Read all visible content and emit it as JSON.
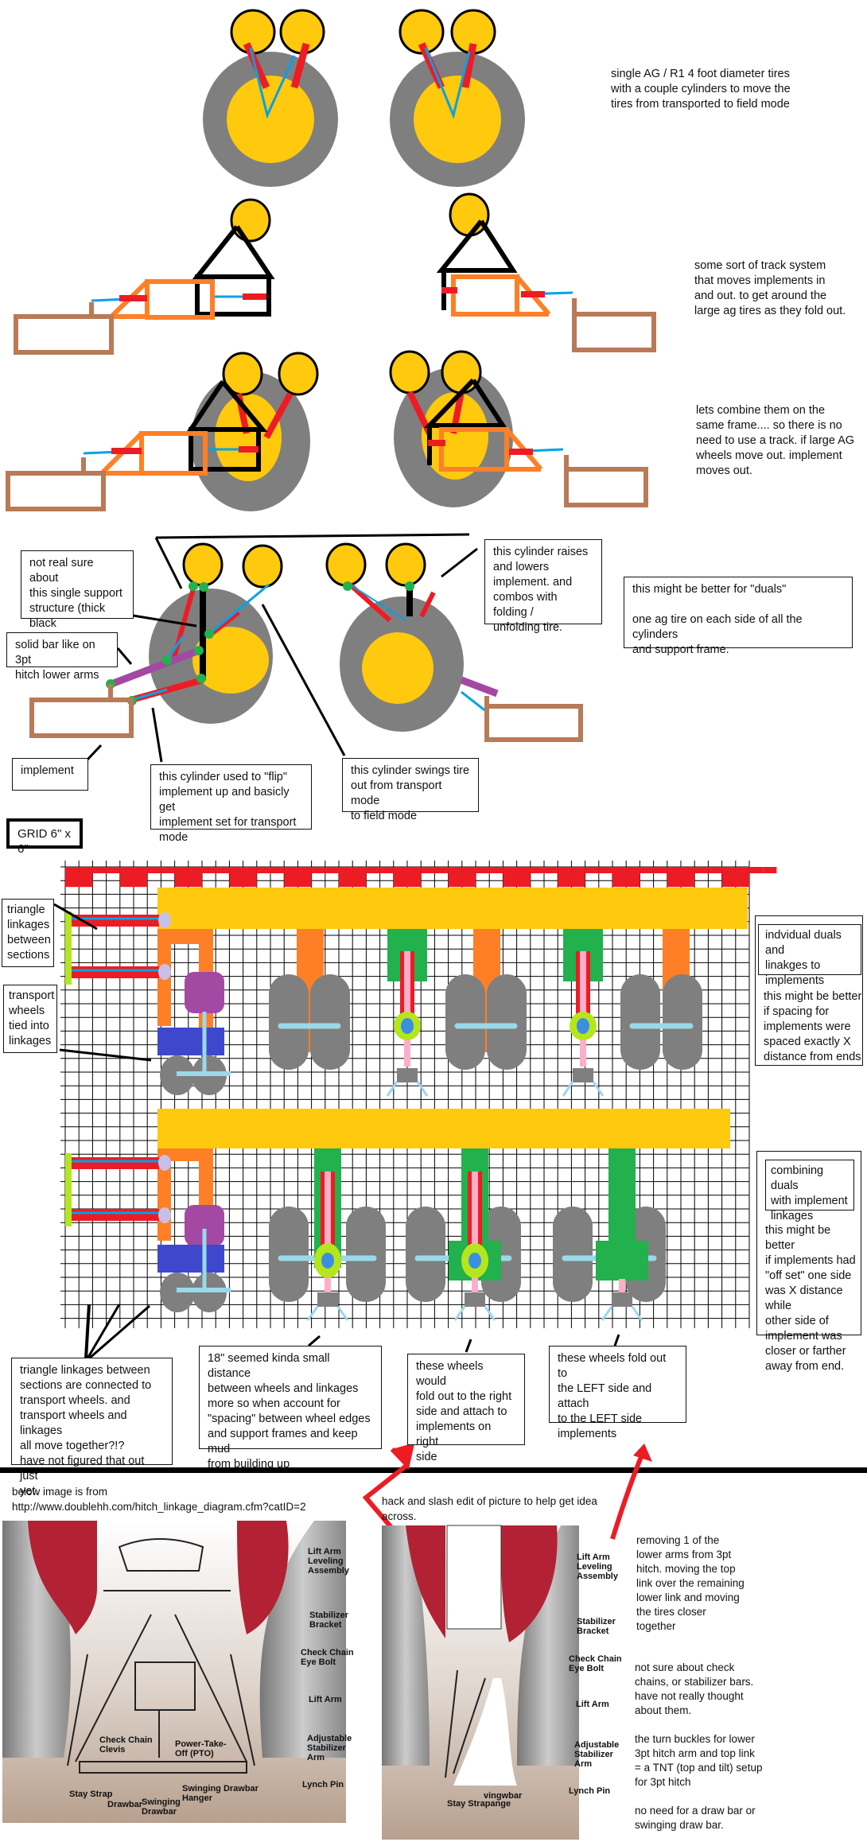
{
  "notes": {
    "single_tires": "single AG / R1 4 foot diameter tires\nwith a couple cylinders to move the\ntires from transported to field mode",
    "track_system": "some sort of track system\nthat moves implements in\nand out. to get around the\nlarge ag tires as they fold out.",
    "combine_frame": "lets combine them on the\nsame frame.... so there is no\nneed to use a track. if large AG\nwheels move out. implement\nmoves out.",
    "single_support": "not real sure about\nthis single support\nstructure (thick black\nline)",
    "solid_bar": "solid bar like on 3pt\nhitch lower arms",
    "implement": "implement",
    "flip_cylinder": "this cylinder used to \"flip\"\nimplement up and basicly get\nimplement set for transport\nmode",
    "swing_cylinder": "this cylinder swings tire\nout from transport mode\nto field mode",
    "raise_cylinder": "this cylinder raises\nand lowers\nimplement. and\ncombos with folding /\nunfolding tire.",
    "duals": "this might be better for \"duals\"\n\none ag tire on each side of all the cylinders\nand support frame.",
    "grid": "GRID 6\" x 6\"",
    "triangle_linkages": "triangle\nlinkages\nbetween\nsections",
    "transport_wheels": "transport\nwheels\ntied into\nlinkages",
    "individual_duals_title": "indvidual duals and\nlinakges to\nimplements",
    "individual_duals_body": "this might be better\nif spacing for\nimplements were\nspaced exactly X\ndistance from ends",
    "combining_duals_title": "combining duals\nwith implement\nlinkages",
    "combining_duals_body": "this might be better\nif implements had\n\"off set\" one side\nwas X distance while\nother side of\nimplement was\ncloser or farther\naway from end.",
    "triangle_connected": "triangle linkages between\nsections are connected to\ntransport wheels. and\ntransport wheels and linkages\nall move together?!?\nhave not figured that out just\nyet.",
    "spacing_18": "18\" seemed kinda small distance\nbetween wheels and linkages\nmore so when account for\n\"spacing\" between wheel edges\nand support frames and keep mud\nfrom building up",
    "fold_right": "these wheels would\nfold out to the right\nside and attach to\nimplements on right\nside",
    "fold_left": "these wheels fold out to\nthe LEFT side and attach\nto the LEFT side\nimplements",
    "image_source": "below image is from\nhttp://www.doublehh.com/hitch_linkage_diagram.cfm?catID=2",
    "hack_slash": "hack and slash edit of picture      to help get idea\nacross.",
    "removing_arm": "removing 1 of the\nlower arms from 3pt\nhitch.  moving the top\nlink over the remaining\nlower link and moving\nthe tires closer\ntogether",
    "check_chains": "not sure about check\nchains, or stabilizer bars.\nhave not really thought\nabout them.",
    "turn_buckles": "the turn buckles for lower\n3pt hitch arm and top link\n= a TNT (top and tilt) setup\nfor 3pt hitch",
    "no_drawbar": "no need for a draw bar or\nswinging draw bar."
  },
  "hitch_labels_original": {
    "lift_arm_leveling": "Lift Arm\nLeveling\nAssembly",
    "stabilizer_bracket": "Stabilizer\nBracket",
    "check_chain_eye_bolt": "Check Chain\nEye Bolt",
    "lift_arm": "Lift Arm",
    "adjustable_stabilizer": "Adjustable\nStabilizer\nArm",
    "lynch_pin": "Lynch Pin",
    "check_chain_clevis": "Check Chain\nClevis",
    "pto": "Power-Take-\nOff (PTO)",
    "swinging_drawbar_hanger": "Swinging Drawbar\nHanger",
    "stay_strap": "Stay Strap",
    "drawbar": "Drawbar",
    "swinging_drawbar": "Swinging\nDrawbar"
  },
  "hitch_labels_edited": {
    "lift_arm_leveling": "Lift Arm\nLeveling\nAssembly",
    "stabilizer_bracket": "Stabilizer\nBracket",
    "check_chain_eye_bolt": "Check Chain\nEye Bolt",
    "lift_arm": "Lift Arm",
    "adjustable_stabilizer": "Adjustable\nStabilizer\nArm",
    "lynch_pin": "Lynch Pin",
    "fragment": "vingwbar",
    "stay_strap": "Stay Strapange"
  },
  "colors": {
    "tire": "#7f7f7f",
    "rim": "#ffc90e",
    "cylinder": "#ed1c24",
    "rod": "#00a2e8",
    "frame_orange": "#ff7f27",
    "implement_brown": "#b97a57",
    "pivot_green": "#22b14c",
    "bar_purple": "#a349a4",
    "axle_blue": "#3f48cc",
    "light_blue": "#99d9ea",
    "lime": "#b5e61d",
    "lavender": "#c8bfe7",
    "pink": "#ffaec9",
    "fender_red": "#b22234"
  }
}
